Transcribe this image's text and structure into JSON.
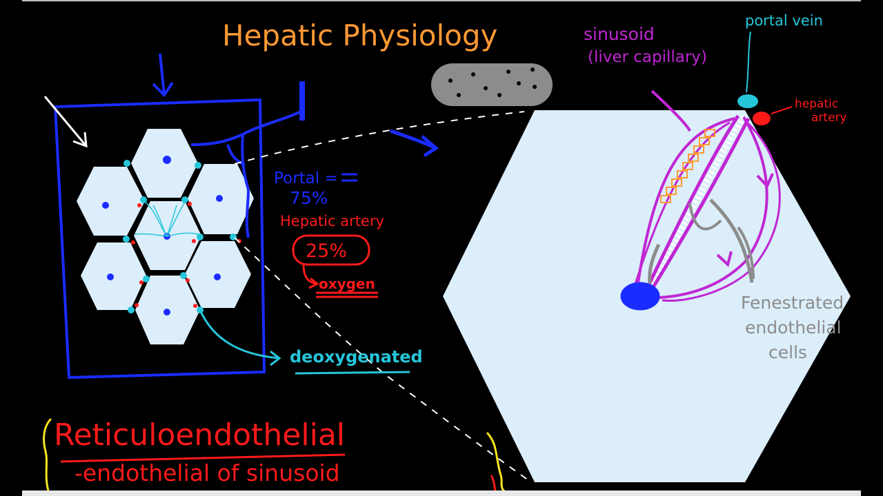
{
  "title": "Hepatic Physiology",
  "labels": {
    "portal_vein": "portal vein",
    "hepatic_artery_line1": "hepatic",
    "hepatic_artery_line2": "artery",
    "sinusoid_line1": "sinusoid",
    "sinusoid_line2": "(liver capillary)",
    "portal_eq": "Portal =",
    "portal_pct": "75%",
    "hepatic_artery": "Hepatic artery",
    "artery_pct": "25%",
    "oxygen": "oxygen",
    "deoxygenated": "deoxygenated",
    "fenestrated_line1": "Fenestrated",
    "fenestrated_line2": "endothelial",
    "fenestrated_line3": "cells",
    "reticulo": "Reticuloendothelial",
    "endothelial_of": "-endothelial of sinusoid"
  },
  "colors": {
    "background": "#000000",
    "lobule_fill": "#dceefb",
    "big_hex_fill": "#dbeefa",
    "blue": "#1a2cff",
    "cyan": "#26c6da",
    "red": "#ff1a1a",
    "magenta": "#c026d3",
    "orange": "#ff9933",
    "gray": "#8c8c8c",
    "yellow": "#f5e61e",
    "white": "#ffffff"
  }
}
